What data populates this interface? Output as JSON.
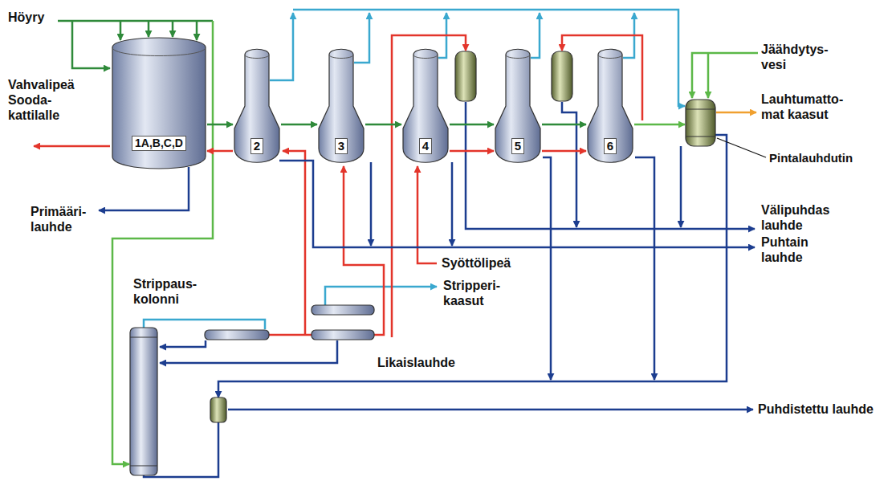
{
  "diagram": {
    "nodes": [
      {
        "text": [
          "1A,B,C,D"
        ]
      },
      {
        "text": [
          "2"
        ]
      },
      {
        "text": [
          "3"
        ]
      },
      {
        "text": [
          "4"
        ]
      },
      {
        "text": [
          "5"
        ]
      },
      {
        "text": [
          "6"
        ]
      }
    ],
    "edges": [
      {
        "from": 0,
        "to": 1,
        "arrow": "to"
      },
      {
        "from": 1,
        "to": 2,
        "arrow": "to"
      },
      {
        "from": 2,
        "to": 3,
        "arrow": "to"
      },
      {
        "from": 3,
        "to": 4,
        "arrow": "to"
      },
      {
        "from": 4,
        "to": 5,
        "arrow": "to"
      },
      {
        "from": 1,
        "to": 0,
        "arrow": "to"
      },
      {
        "from": 3,
        "to": 4,
        "arrow": "to"
      },
      {
        "from": 4,
        "to": 5,
        "arrow": "to"
      }
    ],
    "labels": [
      "Höyry",
      "Vahvalipeä Sooda- kattilalle",
      "Primääri- lauhde",
      "Jäähdytys- vesi",
      "Lauhtumatto- mat kaasut",
      "Pintalauhdutin",
      "Välipuhdas lauhde",
      "Puhtain lauhde",
      "Syöttölipeä",
      "Stripperi- kaasut",
      "Strippaus- kolonni",
      "Likaislauhde",
      "Puhdistettu lauhde"
    ]
  }
}
